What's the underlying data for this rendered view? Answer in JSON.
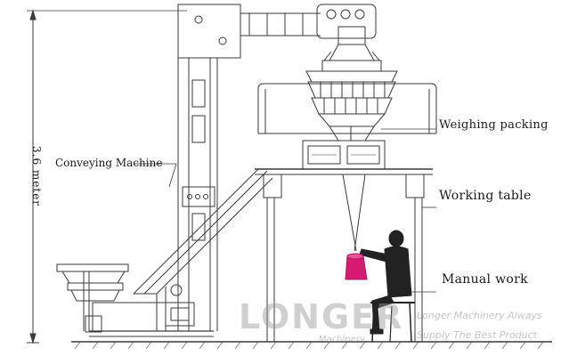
{
  "labels": {
    "conveying": "Conveying Machine",
    "weighing": "Weighing packing",
    "working_table": "Working table",
    "manual": "Manual work",
    "height": "3.6 meter"
  },
  "watermark": {
    "brand": "LONGER",
    "sub": "Machinery",
    "line1": "Longer Machinery Always",
    "line2": "Supply The Best Product"
  },
  "colors": {
    "line": "#3a3a3a",
    "background": "#ffffff",
    "bag": "#d81b72",
    "watermark": "#969696"
  }
}
